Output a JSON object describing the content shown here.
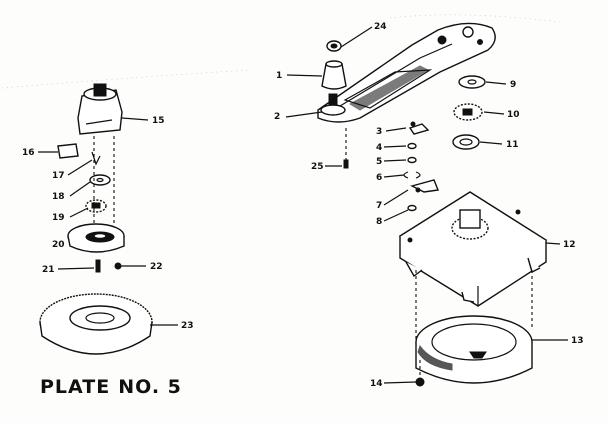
{
  "plate": {
    "word": "PLATE",
    "number_label": "NO. 5"
  },
  "callouts": {
    "c1": "1",
    "c2": "2",
    "c3": "3",
    "c4": "4",
    "c5": "5",
    "c6": "6",
    "c7": "7",
    "c8": "8",
    "c9": "9",
    "c10": "10",
    "c11": "11",
    "c12": "12",
    "c13": "13",
    "c14": "14",
    "c15": "15",
    "c16": "16",
    "c17": "17",
    "c18": "18",
    "c19": "19",
    "c20": "20",
    "c21": "21",
    "c22": "22",
    "c23": "23",
    "c24": "24",
    "c25": "25"
  }
}
